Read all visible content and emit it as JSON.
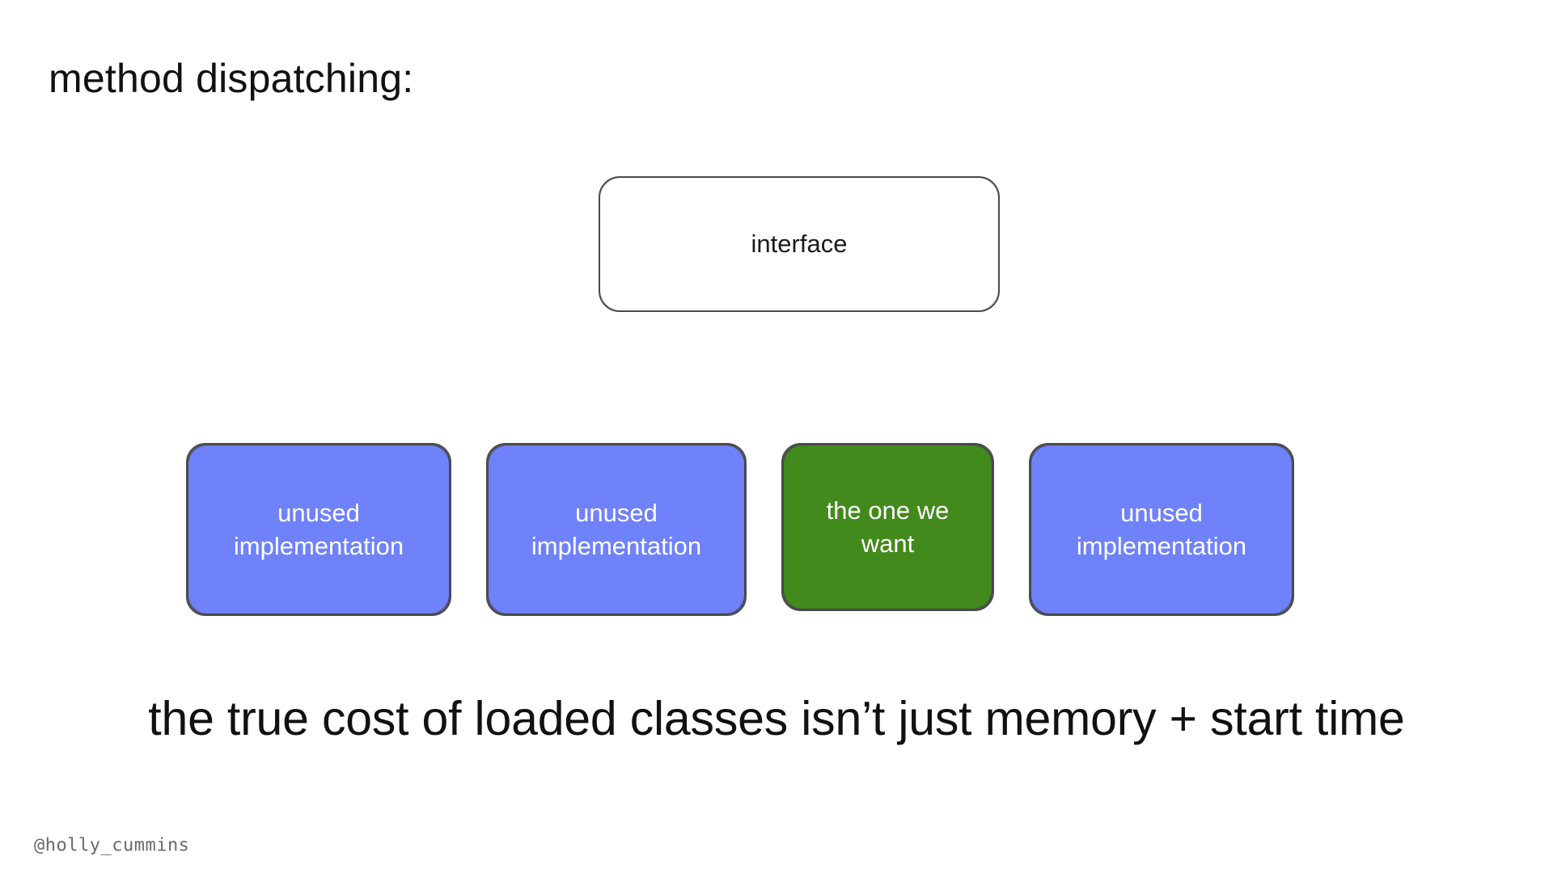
{
  "slide": {
    "title": "method dispatching:",
    "caption": "the true cost of loaded classes isn’t just memory + start time",
    "handle": "@holly_cummins",
    "background_color": "#ffffff",
    "title_color": "#111111",
    "caption_color": "#111111",
    "handle_color": "#6a6a6a"
  },
  "diagram": {
    "interface_node": {
      "label": "interface",
      "fill": "#ffffff",
      "border_color": "#4b4b4d",
      "text_color": "#1b1b1b"
    },
    "implementation_nodes": [
      {
        "label": "unused\nimplementation",
        "variant": "unused",
        "fill": "#6f82fa",
        "border_color": "#4d4d50",
        "text_color": "#ffffff"
      },
      {
        "label": "unused\nimplementation",
        "variant": "unused",
        "fill": "#6f82fa",
        "border_color": "#4d4d50",
        "text_color": "#ffffff"
      },
      {
        "label": "the one we\nwant",
        "variant": "selected",
        "fill": "#438a1c",
        "border_color": "#4d4d50",
        "text_color": "#ffffff"
      },
      {
        "label": "unused\nimplementation",
        "variant": "unused",
        "fill": "#6f82fa",
        "border_color": "#4d4d50",
        "text_color": "#ffffff"
      }
    ]
  }
}
